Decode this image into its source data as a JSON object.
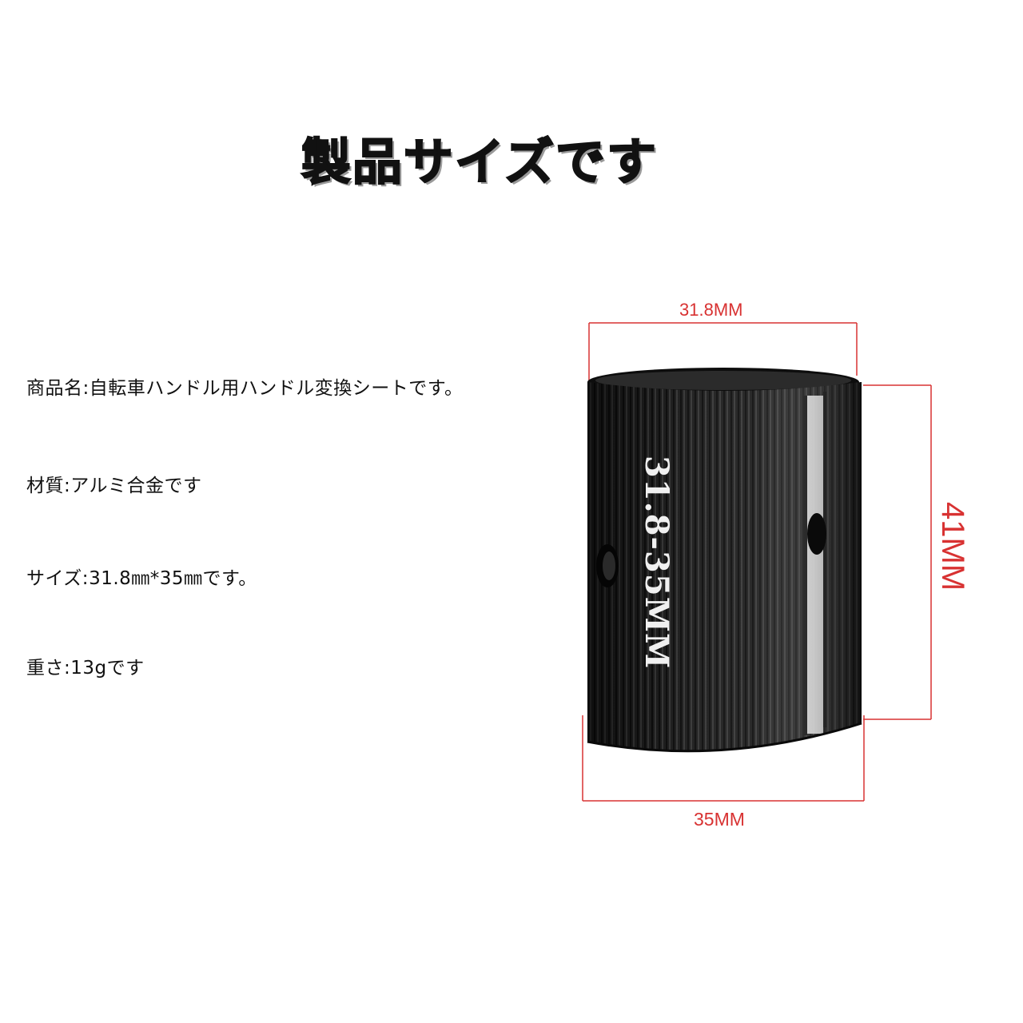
{
  "title": "製品サイズです",
  "specs": {
    "name": {
      "label": "商品名:",
      "value": "自転車ハンドル用ハンドル変換シートです。"
    },
    "material": {
      "label": "材質:",
      "value": "アルミ合金です"
    },
    "size": {
      "label": "サイズ:",
      "value": "31.8㎜*35㎜です。"
    },
    "weight": {
      "label": "重さ:",
      "value": "13gです"
    }
  },
  "dimensions": {
    "top": "31.8MM",
    "bottom": "35MM",
    "right": "41MM"
  },
  "product_print": "31.8-35MM",
  "colors": {
    "dimension_line": "#d83232",
    "product_body": "#1a1a1a"
  }
}
